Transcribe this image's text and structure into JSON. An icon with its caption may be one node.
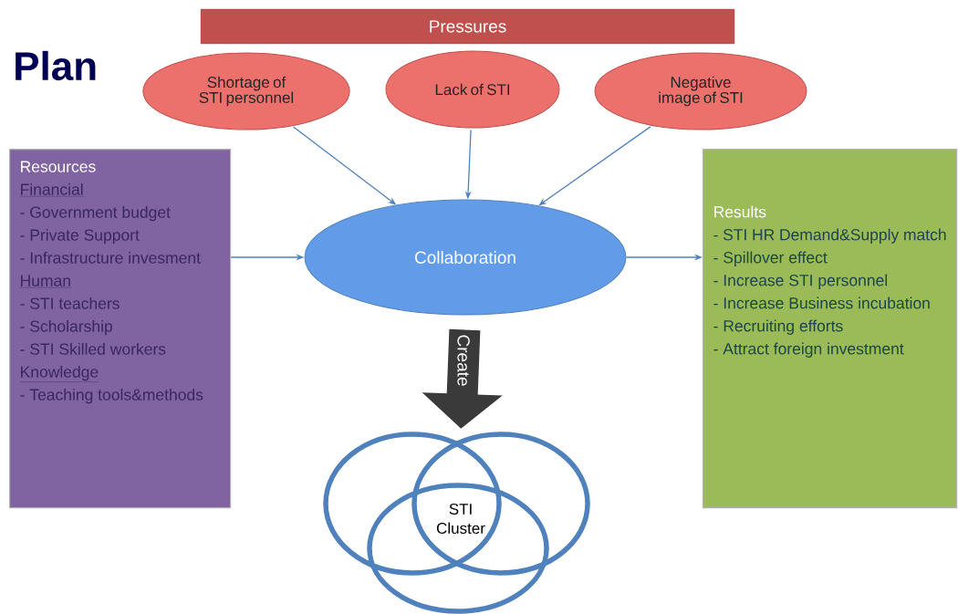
{
  "diagram": {
    "title": "Plan",
    "nodes": [
      {
        "text": [
          "Pressures"
        ]
      },
      {
        "text": [
          "Shortage of STI personnel"
        ]
      },
      {
        "text": [
          "Lack of STI"
        ]
      },
      {
        "text": [
          "Negative image of STI"
        ]
      },
      {
        "text": [
          "Resources",
          "Financial",
          "- Government budget",
          "- Private Support",
          "- Infrastructure invesment",
          "Human",
          "- STI teachers",
          "- Scholarship",
          "- STI Skilled workers",
          "Knowledge",
          "- Teaching tools&methods"
        ]
      },
      {
        "text": [
          "Collaboration"
        ]
      },
      {
        "text": [
          "Results",
          "- STI HR Demand&Supply match",
          "- Spillover effect",
          "- Increase STI personnel",
          "- Increase Business incubation",
          "- Recruiting efforts",
          "- Attract foreign investment"
        ]
      },
      {
        "text": [
          "STI Cluster"
        ]
      }
    ],
    "edges": [
      {
        "from": 1,
        "to": 5,
        "arrow": "to"
      },
      {
        "from": 2,
        "to": 5,
        "arrow": "to"
      },
      {
        "from": 3,
        "to": 5,
        "arrow": "to"
      },
      {
        "from": 4,
        "to": 5,
        "arrow": "to"
      },
      {
        "from": 5,
        "to": 6,
        "arrow": "to"
      },
      {
        "from": 5,
        "to": 7,
        "arrow": "to",
        "label": "Create",
        "style": "thick",
        "color": "#3a3a3a"
      }
    ]
  }
}
